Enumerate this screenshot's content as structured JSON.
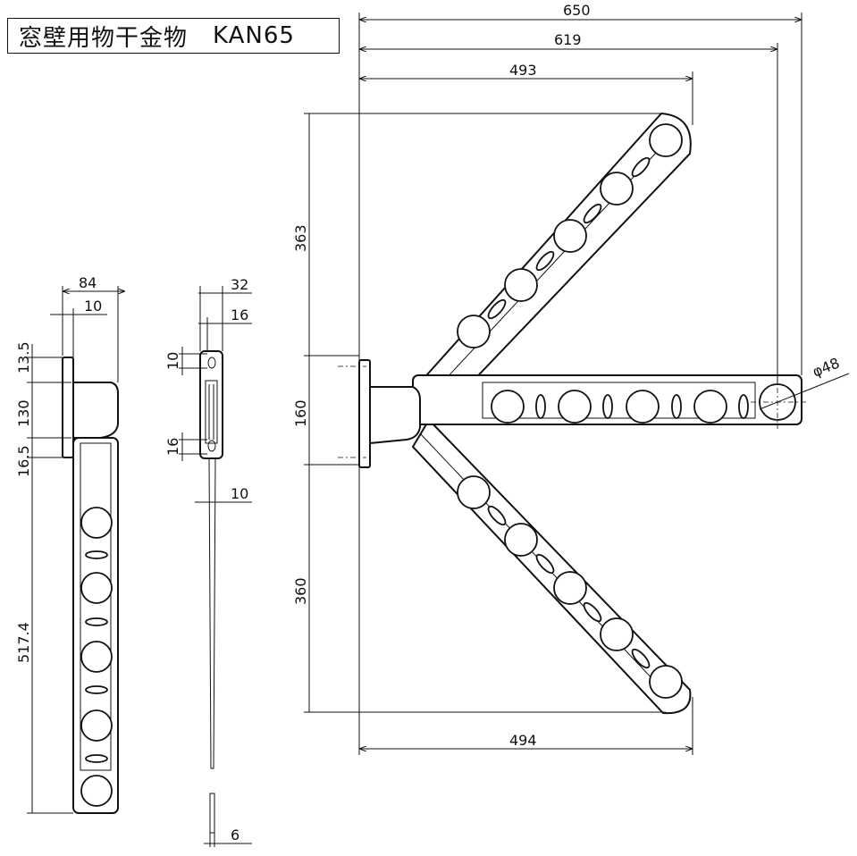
{
  "title": {
    "product": "窓壁用物干金物",
    "model": "KAN65"
  },
  "dimensions": {
    "width_650": "650",
    "width_619": "619",
    "width_493": "493",
    "width_494": "494",
    "height_363": "363",
    "height_160": "160",
    "height_360": "360",
    "hole_dia": "φ48",
    "side_84": "84",
    "side_10": "10",
    "side_13_5": "13.5",
    "side_130": "130",
    "side_16_5": "16.5",
    "side_517_4": "517.4",
    "thick_32": "32",
    "thick_16_top": "16",
    "thick_10_a": "10",
    "thick_16_b": "16",
    "thick_10_b": "10",
    "thick_6": "6"
  },
  "colors": {
    "line": "#111111",
    "background": "#ffffff"
  }
}
